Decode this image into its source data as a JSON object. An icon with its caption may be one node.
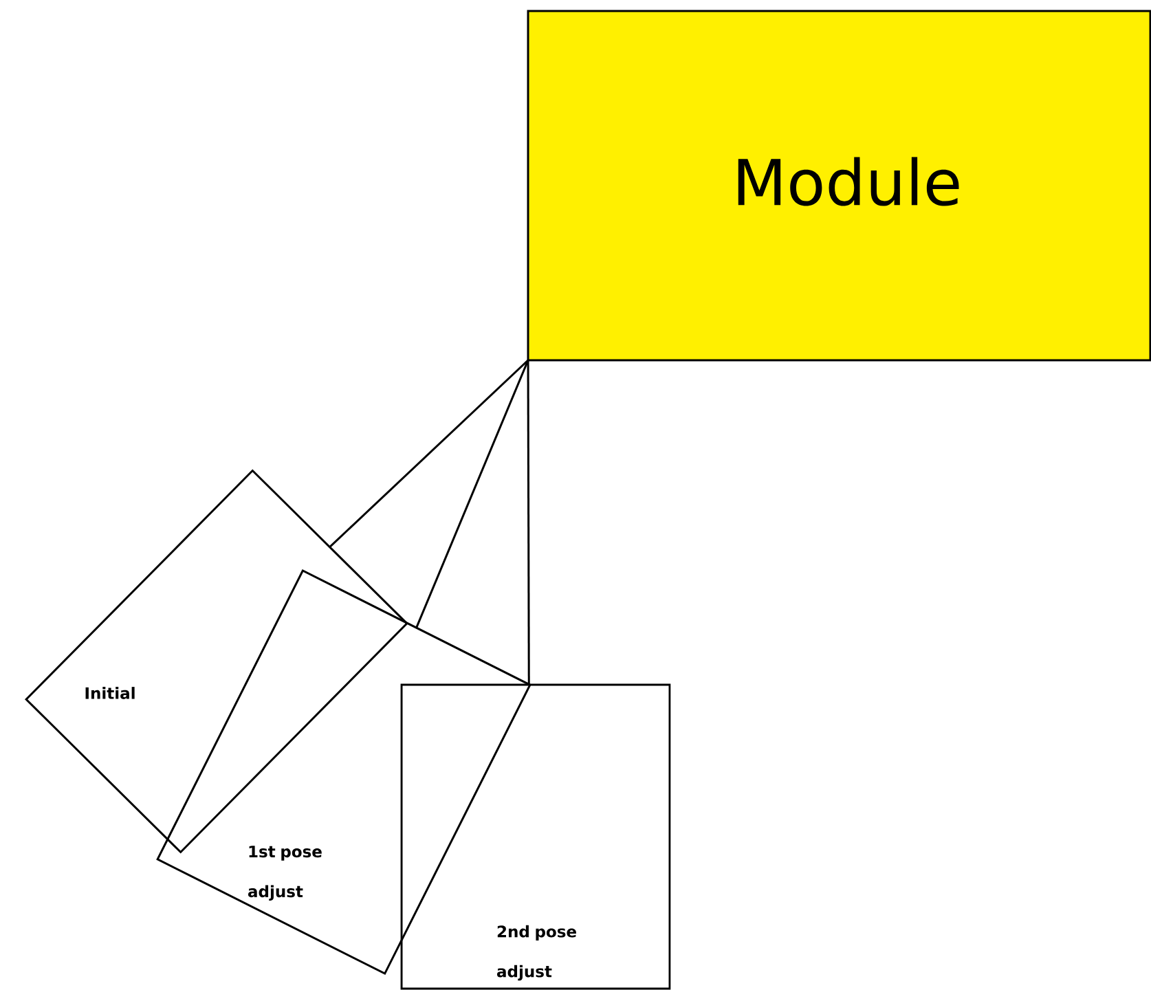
{
  "diagram": {
    "nodes": [
      {
        "text": [
          "Module"
        ]
      },
      {
        "text": [
          "Initial"
        ]
      },
      {
        "text": [
          "1st pose adjust"
        ]
      },
      {
        "text": [
          "2nd pose adjust"
        ]
      }
    ],
    "edges": [
      {
        "from": 0,
        "to": 1,
        "arrow": "none"
      },
      {
        "from": 0,
        "to": 2,
        "arrow": "none"
      },
      {
        "from": 0,
        "to": 3,
        "arrow": "none"
      }
    ]
  }
}
